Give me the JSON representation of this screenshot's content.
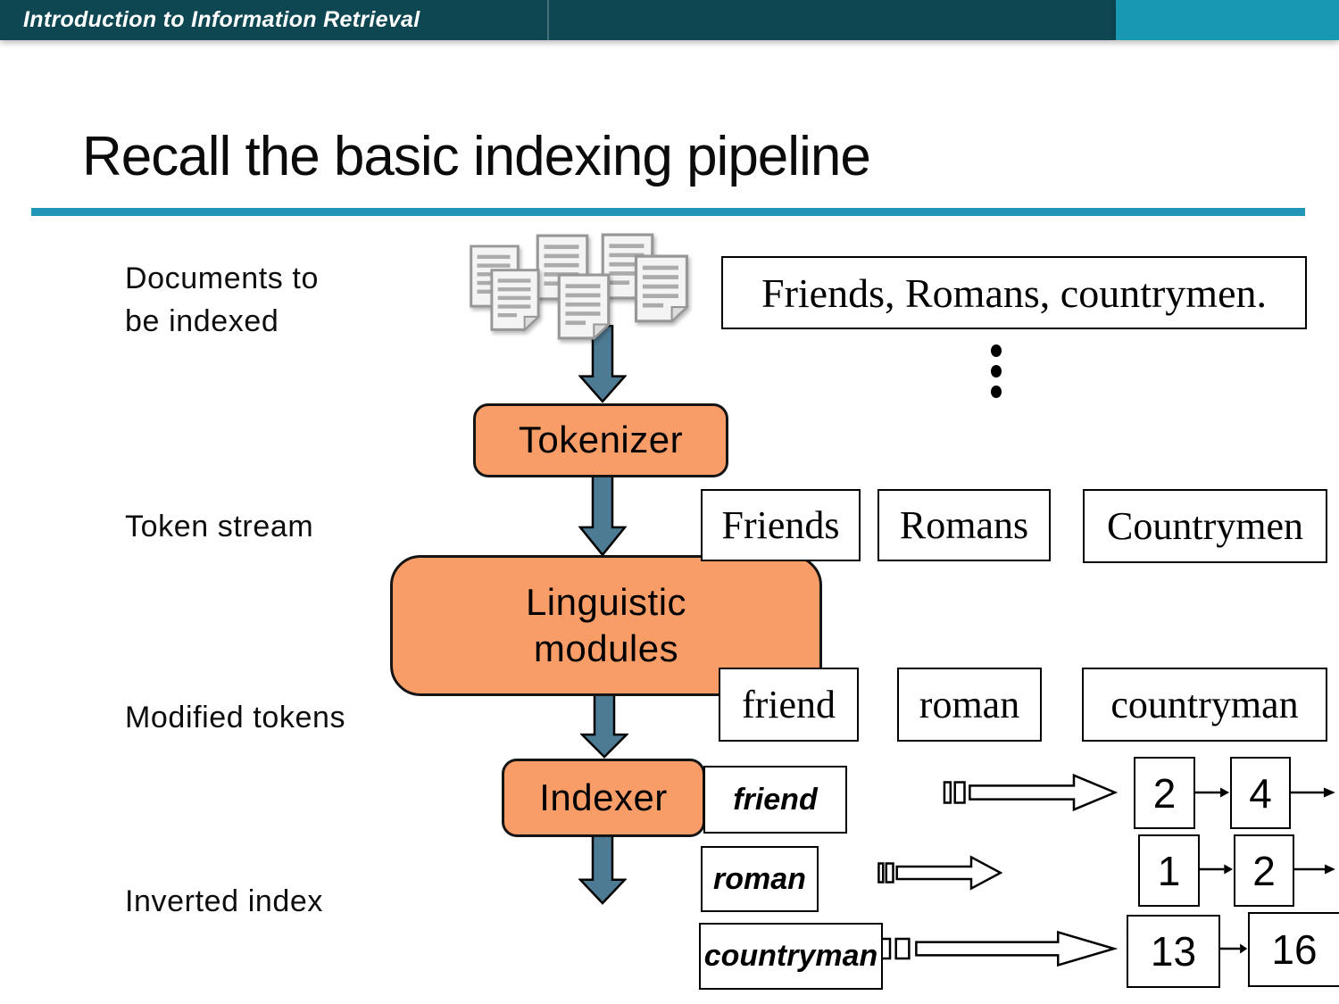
{
  "header": {
    "title": "Introduction to Information Retrieval"
  },
  "title": "Recall the basic indexing pipeline",
  "labels": {
    "documents": "Documents to\nbe indexed",
    "token_stream": "Token stream",
    "modified_tokens": "Modified tokens",
    "inverted_index": "Inverted index"
  },
  "pipeline": {
    "tokenizer": "Tokenizer",
    "linguistic": "Linguistic\nmodules",
    "indexer": "Indexer"
  },
  "example": {
    "sentence": "Friends, Romans, countrymen.",
    "tokens": [
      "Friends",
      "Romans",
      "Countrymen"
    ],
    "modified": [
      "friend",
      "roman",
      "countryman"
    ]
  },
  "inverted_index": [
    {
      "term": "friend",
      "postings": [
        "2",
        "4"
      ]
    },
    {
      "term": "roman",
      "postings": [
        "1",
        "2"
      ]
    },
    {
      "term": "countryman",
      "postings": [
        "13",
        "16"
      ]
    }
  ],
  "icons": {
    "documents": "document-icon",
    "flow_arrow": "down-arrow-icon",
    "index_arrow": "striped-right-arrow-icon",
    "postings_link": "right-arrow-icon",
    "ellipsis": "vertical-ellipsis-icon"
  },
  "colors": {
    "header_dark": "#0e4752",
    "header_light": "#1898b2",
    "rule_teal": "#2196b6",
    "box_orange": "#f99d68",
    "arrow_blue": "#4e7b94"
  }
}
